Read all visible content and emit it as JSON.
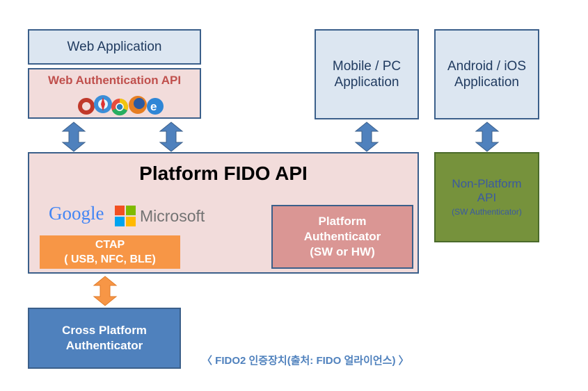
{
  "web_application": "Web Application",
  "web_auth_api": "Web Authentication API",
  "mobile_pc_app": [
    "Mobile / PC",
    "Application"
  ],
  "android_ios_app": [
    "Android / iOS",
    "Application"
  ],
  "platform_fido_api": "Platform FIDO API",
  "google_logo": "Google",
  "microsoft_logo": "Microsoft",
  "ctap": [
    "CTAP",
    "( USB, NFC, BLE)"
  ],
  "platform_authenticator": [
    "Platform",
    "Authenticator",
    "(SW or HW)"
  ],
  "non_platform_api": [
    "Non-Platform",
    "API",
    "(SW Authenticator)"
  ],
  "cross_platform_authenticator": [
    "Cross Platform",
    "Authenticator"
  ],
  "caption": "〈 FIDO2 인증장치(출처: FIDO 얼라이언스) 〉",
  "icons": [
    "browser-logos-icon",
    "up-down-arrow-icon"
  ],
  "colors": {
    "app_box": "#dce6f1",
    "api_box": "#f2dcdb",
    "platform_auth": "#da9694",
    "ctap": "#f79646",
    "non_platform": "#76923c",
    "cross_platform": "#4f81bd",
    "blue_arrow": "#4f81bd",
    "orange_arrow": "#f79646"
  }
}
